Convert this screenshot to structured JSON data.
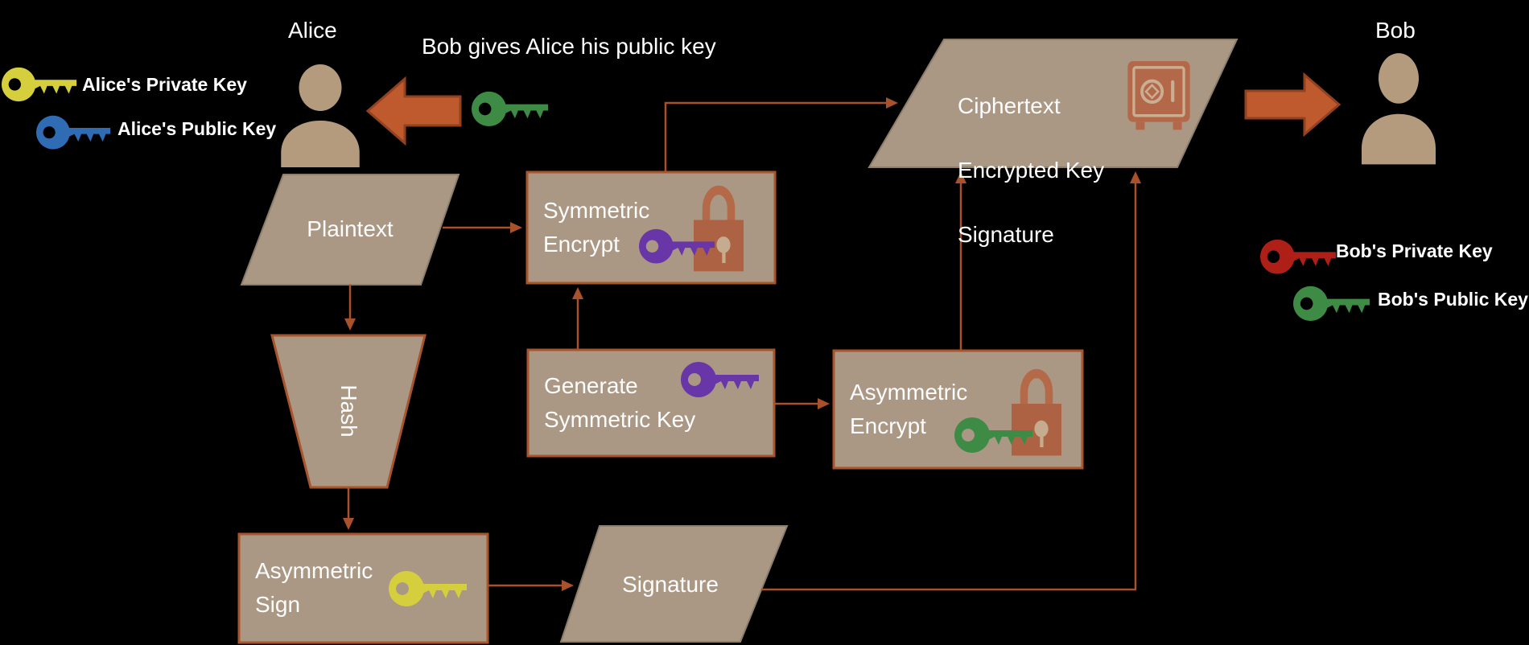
{
  "actors": {
    "alice": {
      "name": "Alice"
    },
    "bob": {
      "name": "Bob"
    }
  },
  "annotation": "Bob gives Alice his public key",
  "key_legend": {
    "alice_private": "Alice's Private Key",
    "alice_public": "Alice's Public Key",
    "bob_private": "Bob's Private Key",
    "bob_public": "Bob's Public Key"
  },
  "nodes": {
    "plaintext": "Plaintext",
    "symmetric_encrypt": "Symmetric Encrypt",
    "generate_symmetric_key": "Generate Symmetric Key",
    "asymmetric_encrypt": "Asymmetric Encrypt",
    "hash": "Hash",
    "asymmetric_sign": "Asymmetric Sign",
    "signature": "Signature",
    "ciphertext": {
      "lines": [
        "Ciphertext",
        "Encrypted Key",
        "Signature"
      ]
    }
  },
  "icons": [
    "yellow-key-icon",
    "blue-key-icon",
    "green-key-icon",
    "red-key-icon",
    "purple-key-icon",
    "padlock-icon",
    "safe-icon",
    "person-icon",
    "arrow-icon"
  ],
  "colors": {
    "background": "#000000",
    "node_fill": "#ab9884",
    "node_border": "#a8552d",
    "connector": "#a8512b",
    "big_arrow": "#bf5a2e",
    "big_arrow_border": "#93421f",
    "person": "#b59b7e",
    "text": "#fdfdfd",
    "lock_rust": "#b4684a",
    "lock_accent": "#c9ae92",
    "key_yellow": "#d6cf3d",
    "key_blue": "#2f6cb3",
    "key_green": "#3e8b45",
    "key_red": "#ae1f17",
    "key_purple": "#6836a6"
  }
}
